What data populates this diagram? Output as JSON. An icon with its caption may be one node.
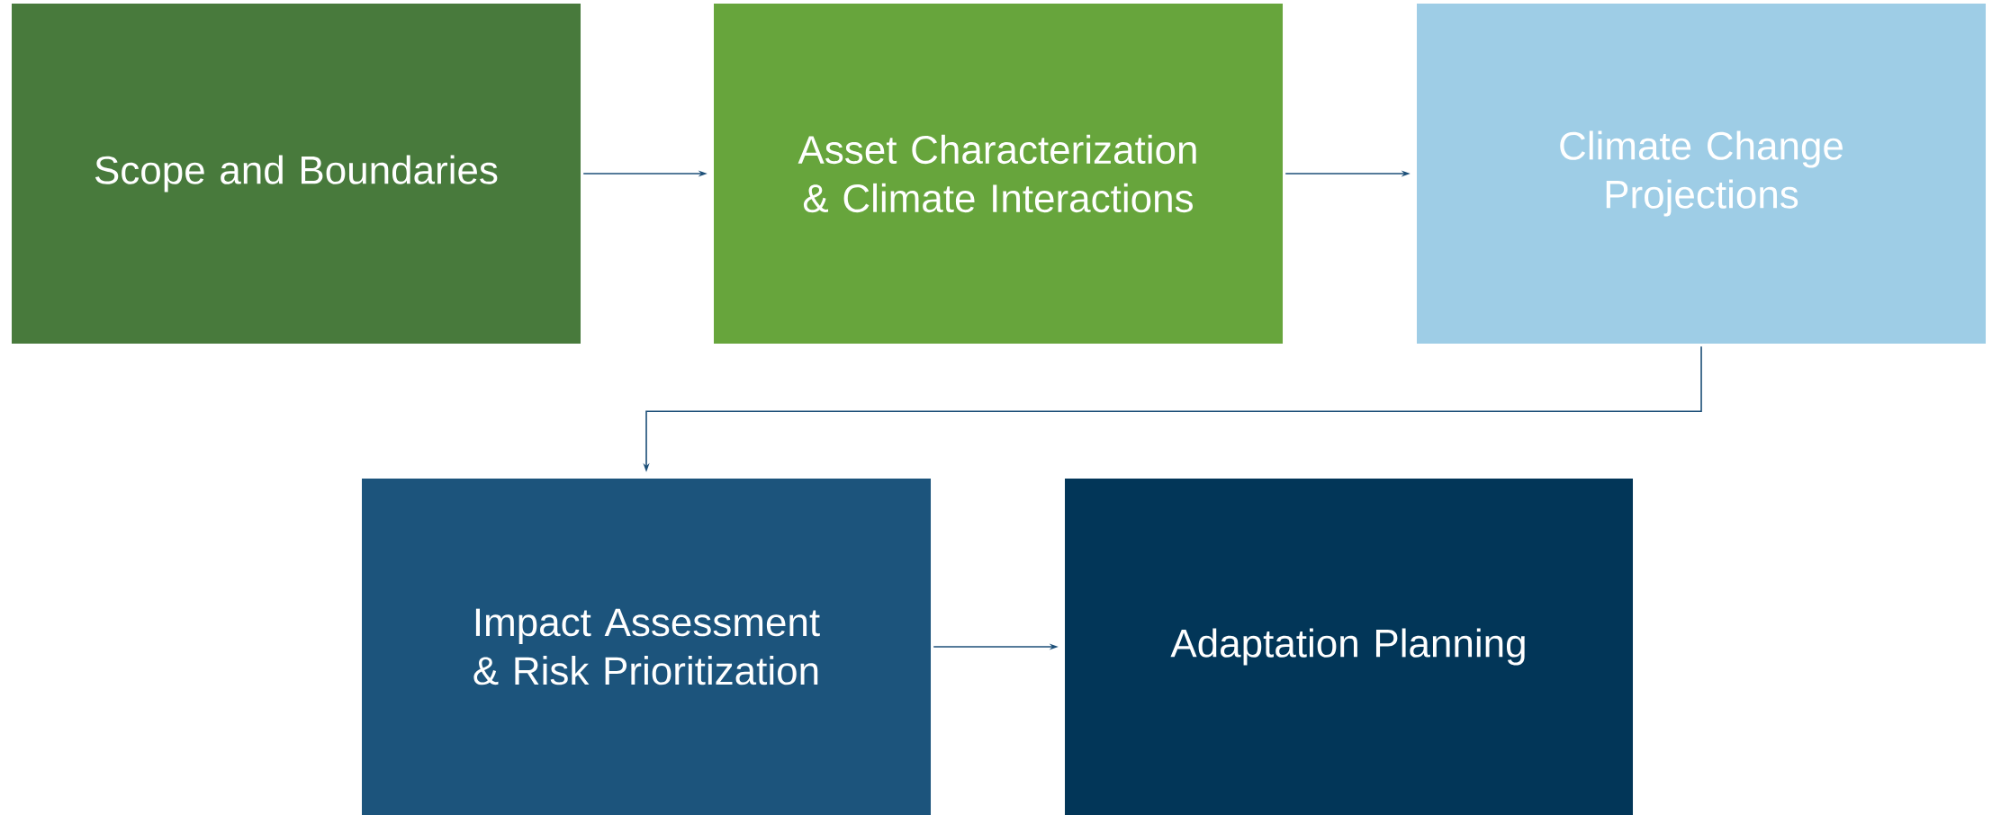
{
  "diagram": {
    "nodes": [
      {
        "text": [
          "Scope and Boundaries"
        ]
      },
      {
        "text": [
          "Asset Characterization & Climate Interactions"
        ]
      },
      {
        "text": [
          "Climate Change Projections"
        ]
      },
      {
        "text": [
          "Impact Assessment & Risk Prioritization"
        ]
      },
      {
        "text": [
          "Adaptation Planning"
        ]
      }
    ],
    "edges": [
      {
        "from": 0,
        "to": 1,
        "arrow": "to"
      },
      {
        "from": 1,
        "to": 2,
        "arrow": "to"
      },
      {
        "from": 2,
        "to": 3,
        "arrow": "to"
      },
      {
        "from": 3,
        "to": 4,
        "arrow": "to"
      }
    ]
  }
}
